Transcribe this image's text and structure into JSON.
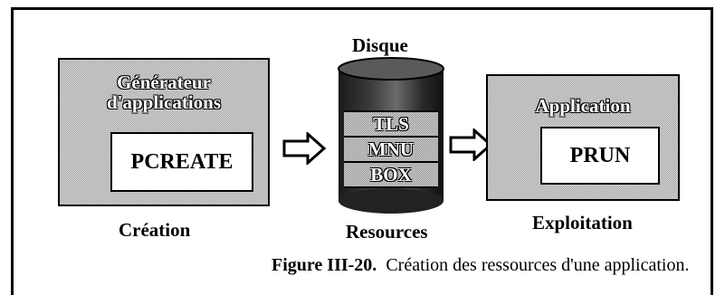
{
  "diagram": {
    "disk_label": "Disque",
    "left_panel": {
      "title_line1": "Générateur",
      "title_line2": "d'applications",
      "box_label": "PCREATE",
      "caption": "Création"
    },
    "drum": {
      "bands": [
        "TLS",
        "MNU",
        "BOX"
      ],
      "caption": "Resources"
    },
    "right_panel": {
      "title": "Application",
      "box_label": "PRUN",
      "caption": "Exploitation"
    },
    "figure_caption": {
      "number": "Figure III-20.",
      "text": "Création des ressources d'une application."
    }
  }
}
